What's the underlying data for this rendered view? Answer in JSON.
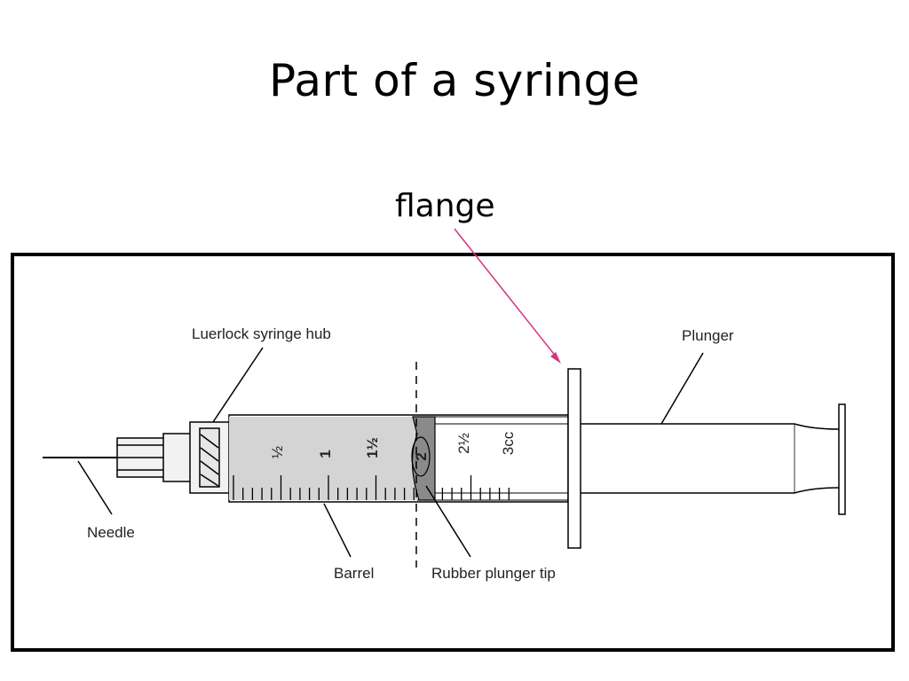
{
  "slide": {
    "title": "Part of a syringe",
    "flange_caption": "flange"
  },
  "diagram": {
    "labels": {
      "hub": "Luerlock syringe hub",
      "plunger": "Plunger",
      "needle": "Needle",
      "barrel": "Barrel",
      "tip": "Rubber plunger tip"
    },
    "scale": {
      "half": "½",
      "one": "1",
      "one_half": "1½",
      "two": "2",
      "two_half": "2½",
      "three": "3cc"
    },
    "colors": {
      "barrel_fill": "#d4d4d4",
      "plunger_tip": "#8a8a8a",
      "flange_arrow": "#d63384",
      "frame": "#000000"
    }
  }
}
